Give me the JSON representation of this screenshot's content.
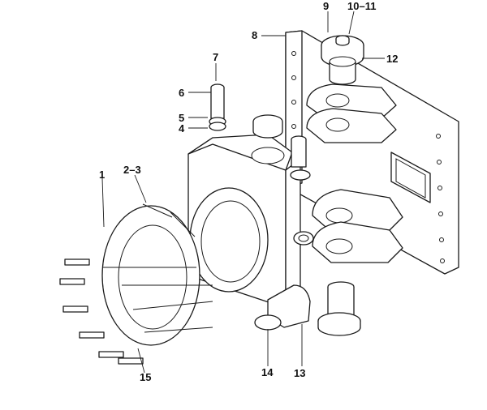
{
  "callouts": [
    {
      "id": "c1",
      "text": "1"
    },
    {
      "id": "c2",
      "text": "2–3"
    },
    {
      "id": "c4",
      "text": "4"
    },
    {
      "id": "c5",
      "text": "5"
    },
    {
      "id": "c6",
      "text": "6"
    },
    {
      "id": "c7",
      "text": "7"
    },
    {
      "id": "c8",
      "text": "8"
    },
    {
      "id": "c9",
      "text": "9"
    },
    {
      "id": "c10",
      "text": "10–11"
    },
    {
      "id": "c12",
      "text": "12"
    },
    {
      "id": "c13",
      "text": "13"
    },
    {
      "id": "c14",
      "text": "14"
    },
    {
      "id": "c15",
      "text": "15"
    }
  ]
}
